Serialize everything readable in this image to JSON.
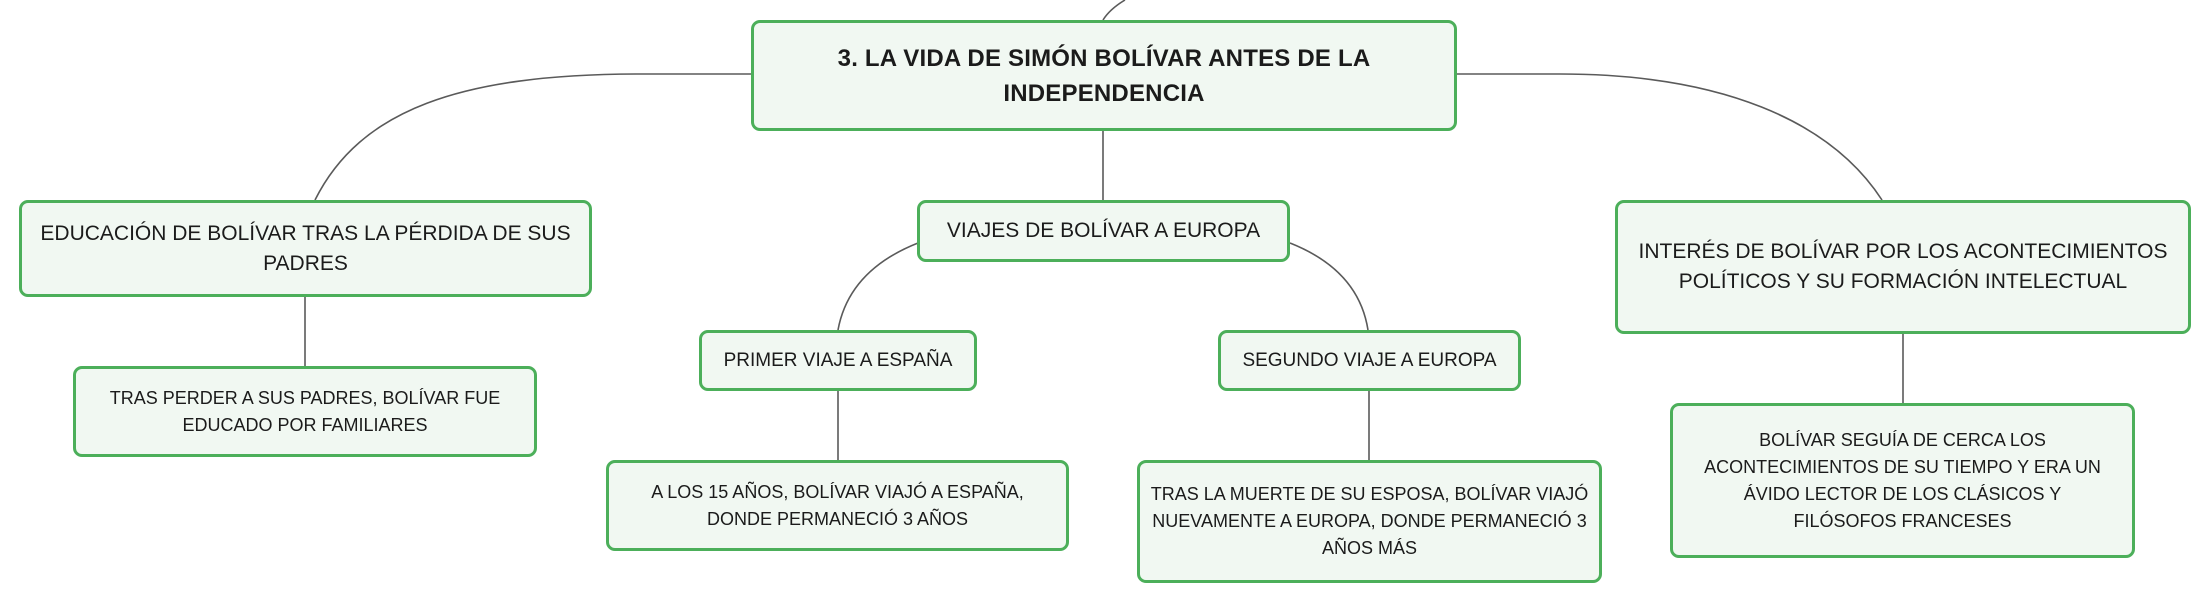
{
  "root": {
    "title": "3. LA VIDA DE SIMÓN BOLÍVAR ANTES DE LA INDEPENDENCIA"
  },
  "branches": {
    "education": {
      "title": "EDUCACIÓN DE BOLÍVAR TRAS LA PÉRDIDA DE SUS PADRES",
      "detail": "TRAS PERDER A SUS PADRES, BOLÍVAR FUE EDUCADO POR FAMILIARES"
    },
    "travels": {
      "title": "VIAJES DE BOLÍVAR A EUROPA",
      "first_trip": {
        "title": "PRIMER VIAJE A ESPAÑA",
        "detail": "A LOS 15 AÑOS, BOLÍVAR VIAJÓ A ESPAÑA, DONDE PERMANECIÓ 3 AÑOS"
      },
      "second_trip": {
        "title": "SEGUNDO VIAJE A EUROPA",
        "detail": "TRAS LA MUERTE DE SU ESPOSA, BOLÍVAR VIAJÓ NUEVAMENTE A EUROPA, DONDE PERMANECIÓ 3 AÑOS MÁS"
      }
    },
    "intellectual": {
      "title": "INTERÉS DE BOLÍVAR POR LOS ACONTECIMIENTOS POLÍTICOS Y SU FORMACIÓN INTELECTUAL",
      "detail": "BOLÍVAR SEGUÍA DE CERCA LOS ACONTECIMIENTOS DE SU TIEMPO Y ERA UN ÁVIDO LECTOR DE LOS CLÁSICOS Y FILÓSOFOS FRANCESES"
    }
  },
  "colors": {
    "node_border": "#4caf5a",
    "node_fill": "#f1f8f2",
    "connector": "#5a5a5a"
  }
}
